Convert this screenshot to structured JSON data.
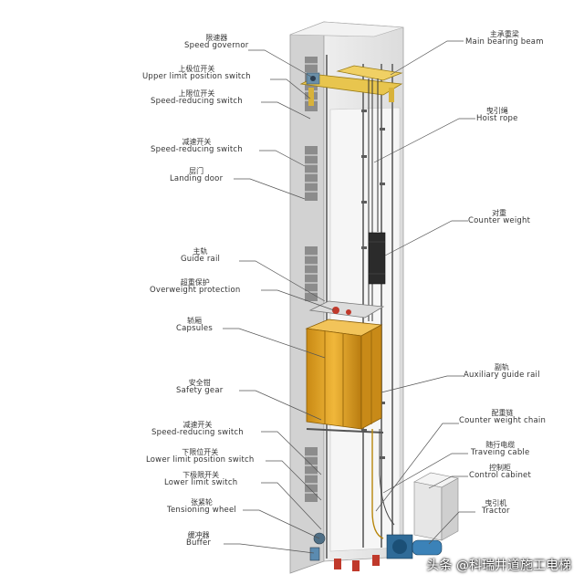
{
  "labels": {
    "speed_governor": {
      "cn": "限速器",
      "en": "Speed governor"
    },
    "upper_limit_switch": {
      "cn": "上极位开关",
      "en": "Upper limit position switch"
    },
    "upper_speed_reducing": {
      "cn": "上限位开关",
      "en": "Speed-reducing switch"
    },
    "speed_reducing_switch": {
      "cn": "减速开关",
      "en": "Speed-reducing switch"
    },
    "landing_door": {
      "cn": "层门",
      "en": "Landing door"
    },
    "guide_rail": {
      "cn": "主轨",
      "en": "Guide rail"
    },
    "overweight_protection": {
      "cn": "超重保护",
      "en": "Overweight protection"
    },
    "capsules": {
      "cn": "轿厢",
      "en": "Capsules"
    },
    "safety_gear": {
      "cn": "安全钳",
      "en": "Safety gear"
    },
    "lower_speed_reducing": {
      "cn": "减速开关",
      "en": "Speed-reducing switch"
    },
    "lower_limit_position": {
      "cn": "下限位开关",
      "en": "Lower limit position switch"
    },
    "lower_limit_switch": {
      "cn": "下极限开关",
      "en": "Lower limit switch"
    },
    "tensioning_wheel": {
      "cn": "张紧轮",
      "en": "Tensioning wheel"
    },
    "buffer": {
      "cn": "缓冲器",
      "en": "Buffer"
    },
    "main_bearing_beam": {
      "cn": "主承重梁",
      "en": "Main bearing beam"
    },
    "hoist_rope": {
      "cn": "曳引绳",
      "en": "Hoist rope"
    },
    "counter_weight": {
      "cn": "对重",
      "en": "Counter weight"
    },
    "auxiliary_guide_rail": {
      "cn": "副轨",
      "en": "Auxiliary guide rail"
    },
    "counter_weight_chain": {
      "cn": "配重链",
      "en": "Counter weight chain"
    },
    "traveling_cable": {
      "cn": "随行电缆",
      "en": "Traveing cable"
    },
    "control_cabinet": {
      "cn": "控制柜",
      "en": "Control cabinet"
    },
    "tractor": {
      "cn": "曳引机",
      "en": "Tractor"
    }
  },
  "watermark": "头条 @科瑞井道施工电梯",
  "colors": {
    "wall": "#e4e4e4",
    "wall_dark": "#c9c9c9",
    "car_gold": "#e2a42a",
    "beam_yellow": "#e6c24a",
    "rail": "#8a8a8a",
    "leader": "#555555"
  }
}
